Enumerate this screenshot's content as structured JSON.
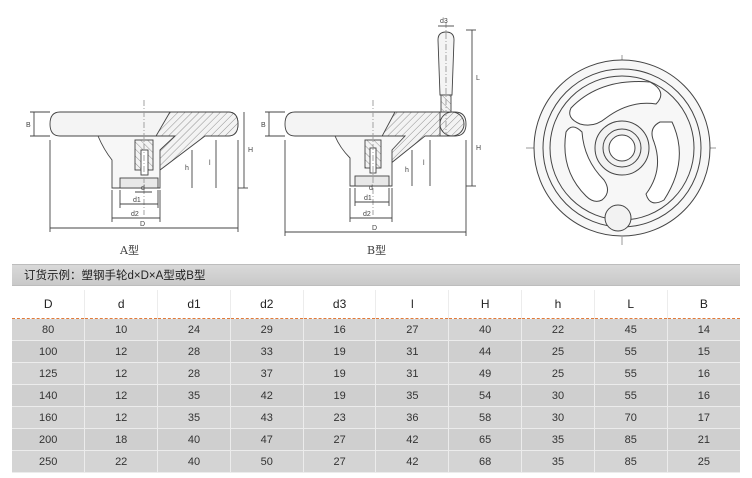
{
  "captions": {
    "type_a": "A型",
    "type_b": "B型"
  },
  "dim_labels": {
    "B": "B",
    "H": "H",
    "h": "h",
    "D": "D",
    "d": "d",
    "d1": "d1",
    "d2": "d2",
    "d3": "d3",
    "L": "L",
    "l": "l"
  },
  "order_example": "订货示例：塑钢手轮d×D×A型或B型",
  "table": {
    "headers": [
      "D",
      "d",
      "d1",
      "d2",
      "d3",
      "l",
      "H",
      "h",
      "L",
      "B"
    ],
    "rows": [
      [
        "80",
        "10",
        "24",
        "29",
        "16",
        "27",
        "40",
        "22",
        "45",
        "14"
      ],
      [
        "100",
        "12",
        "28",
        "33",
        "19",
        "31",
        "44",
        "25",
        "55",
        "15"
      ],
      [
        "125",
        "12",
        "28",
        "37",
        "19",
        "31",
        "49",
        "25",
        "55",
        "16"
      ],
      [
        "140",
        "12",
        "35",
        "42",
        "19",
        "35",
        "54",
        "30",
        "55",
        "16"
      ],
      [
        "160",
        "12",
        "35",
        "43",
        "23",
        "36",
        "58",
        "30",
        "70",
        "17"
      ],
      [
        "200",
        "18",
        "40",
        "47",
        "27",
        "42",
        "65",
        "35",
        "85",
        "21"
      ],
      [
        "250",
        "22",
        "40",
        "50",
        "27",
        "42",
        "68",
        "35",
        "85",
        "25"
      ]
    ]
  },
  "colors": {
    "table_fill": "#d4d4d4",
    "header_rule": "#e07a3a",
    "bar_fill": "#d0d0d0"
  }
}
